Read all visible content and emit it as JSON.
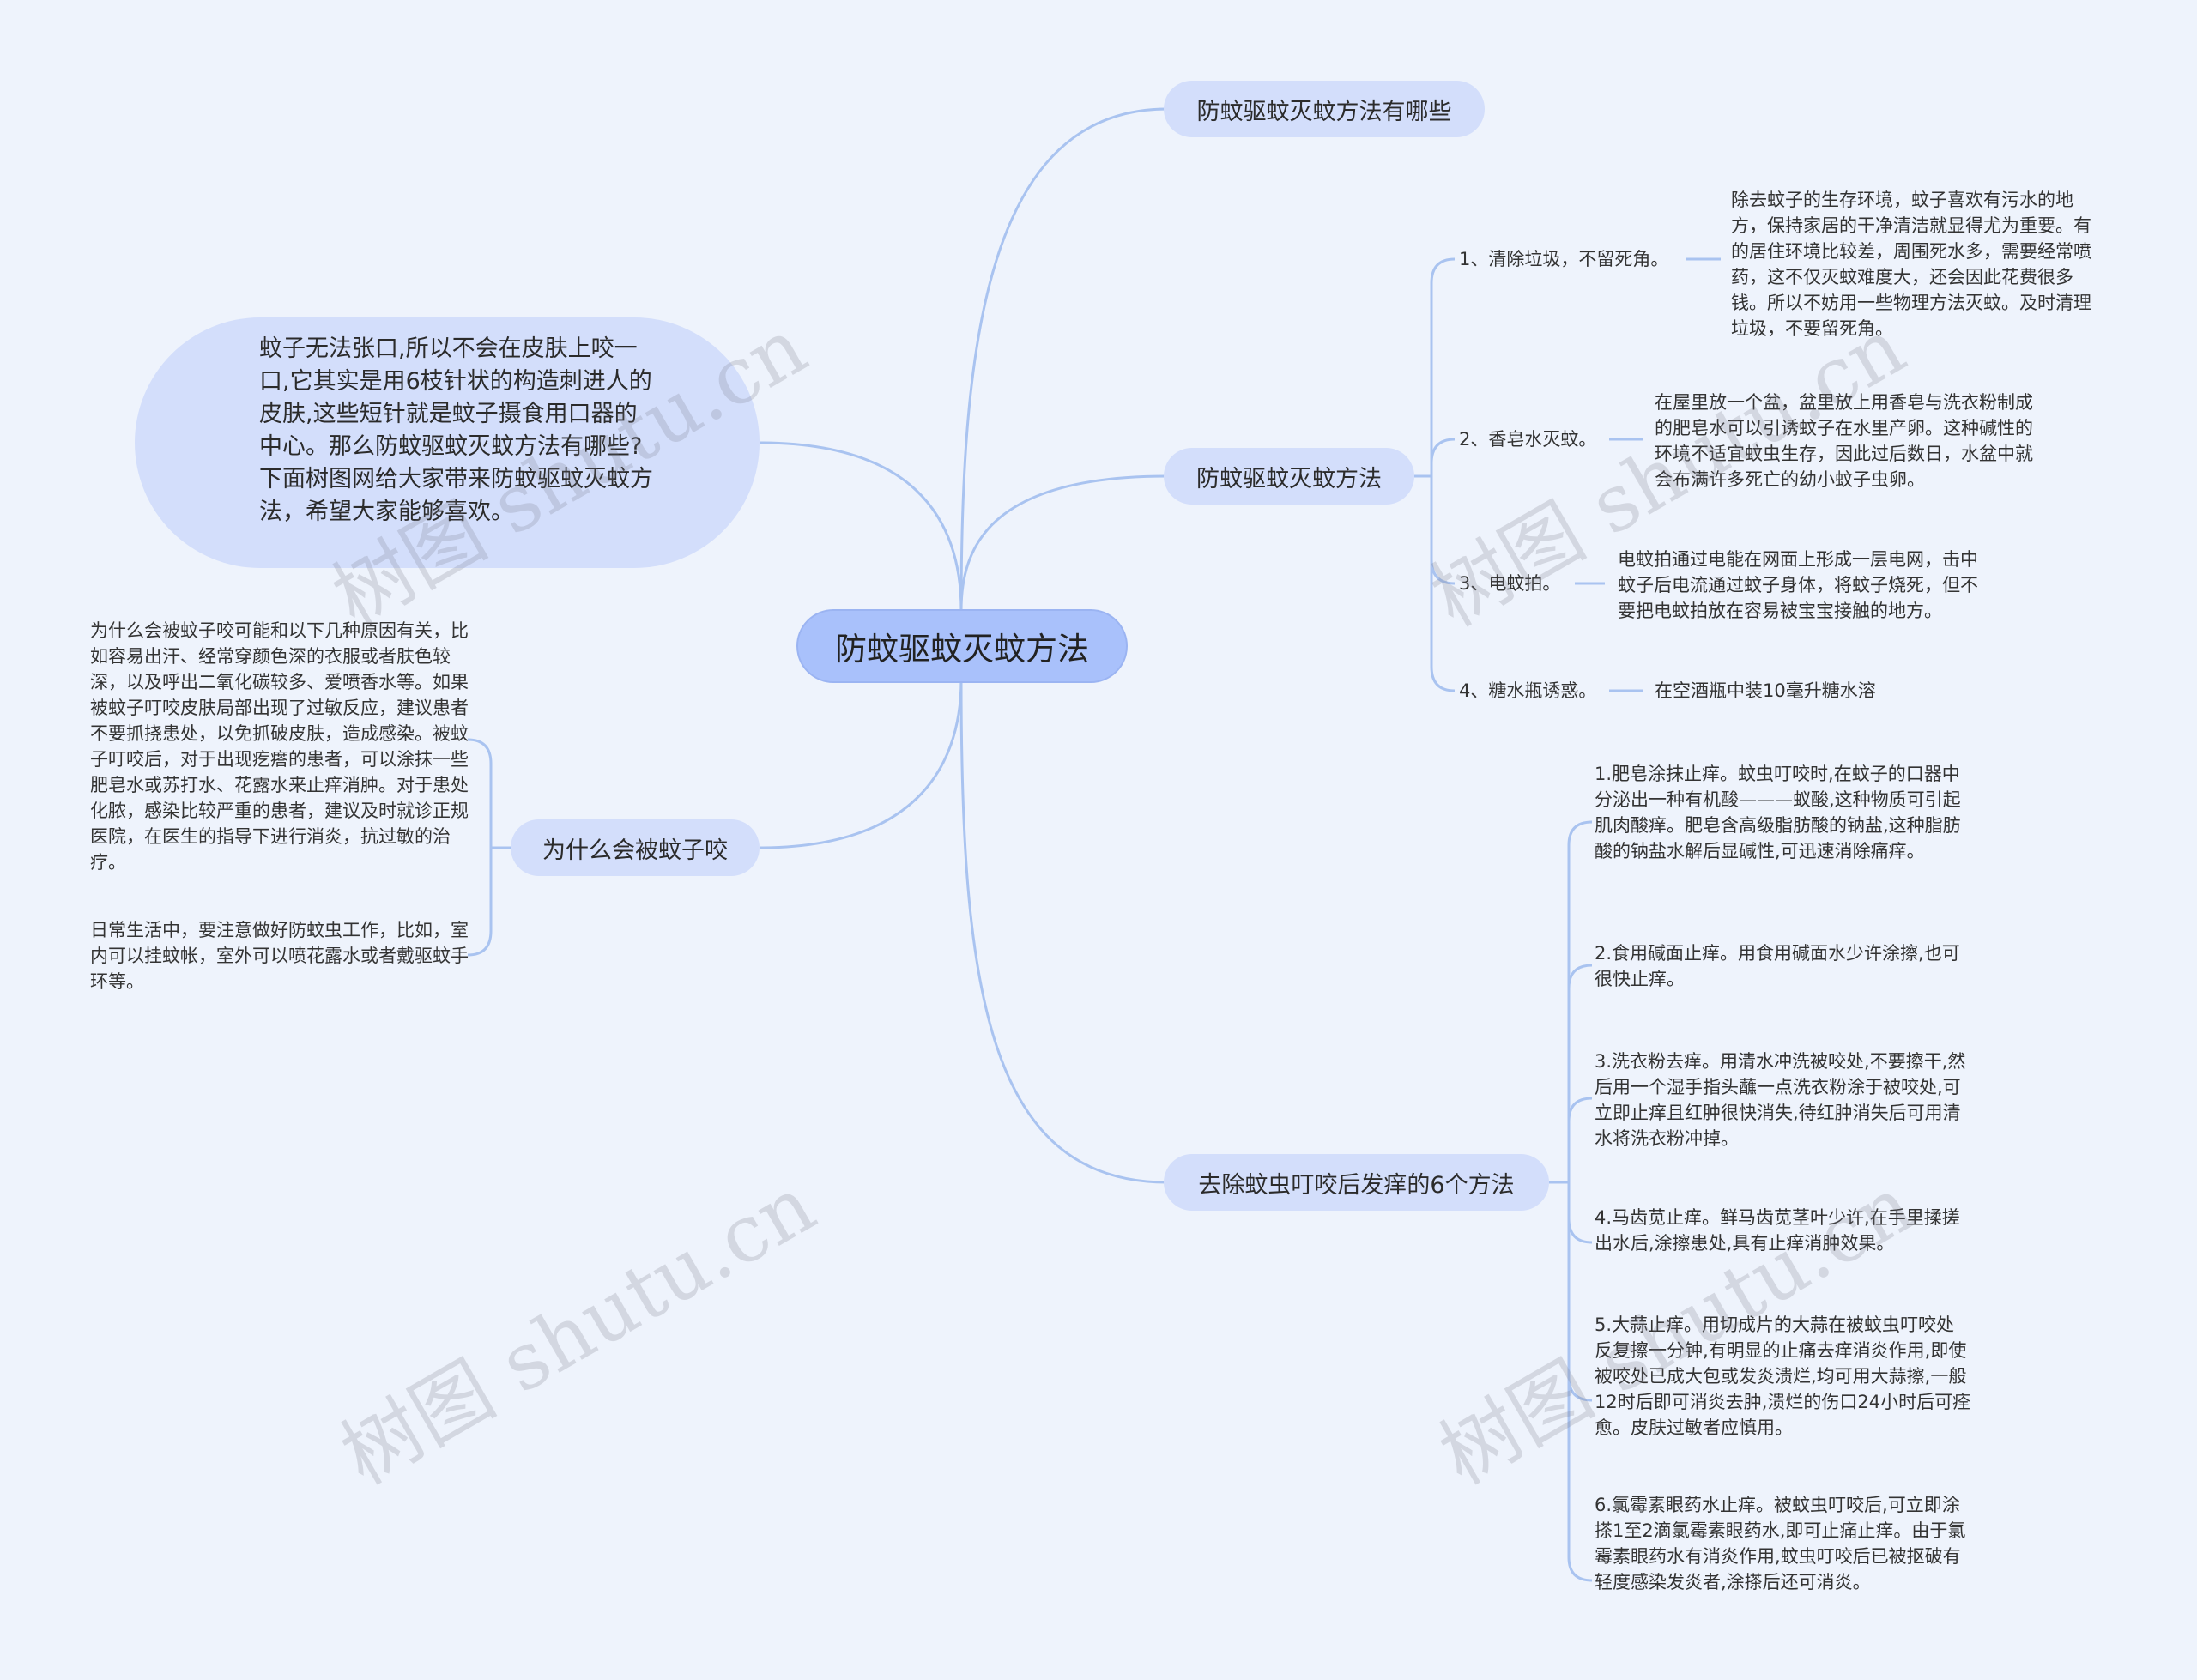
{
  "root": {
    "label": "防蚊驱蚊灭蚊方法"
  },
  "intro": {
    "text": "蚊子无法张口,所以不会在皮肤上咬一口,它其实是用6枝针状的构造刺进人的皮肤,这些短针就是蚊子摄食用口器的中心。那么防蚊驱蚊灭蚊方法有哪些?下面树图网给大家带来防蚊驱蚊灭蚊方法，希望大家能够喜欢。"
  },
  "branch_top": {
    "label": "防蚊驱蚊灭蚊方法有哪些"
  },
  "branch_methods": {
    "label": "防蚊驱蚊灭蚊方法",
    "items": [
      {
        "label": "1、清除垃圾，不留死角。",
        "detail": "除去蚊子的生存环境，蚊子喜欢有污水的地方，保持家居的干净清洁就显得尤为重要。有的居住环境比较差，周围死水多，需要经常喷药，这不仅灭蚊难度大，还会因此花费很多钱。所以不妨用一些物理方法灭蚊。及时清理垃圾，不要留死角。"
      },
      {
        "label": "2、香皂水灭蚊。",
        "detail": "在屋里放一个盆，盆里放上用香皂与洗衣粉制成的肥皂水可以引诱蚊子在水里产卵。这种碱性的环境不适宜蚊虫生存，因此过后数日，水盆中就会布满许多死亡的幼小蚊子虫卵。"
      },
      {
        "label": "3、电蚊拍。",
        "detail": "电蚊拍通过电能在网面上形成一层电网，击中蚊子后电流通过蚊子身体，将蚊子烧死，但不要把电蚊拍放在容易被宝宝接触的地方。"
      },
      {
        "label": "4、糖水瓶诱惑。",
        "detail": "在空酒瓶中装10毫升糖水溶"
      }
    ]
  },
  "branch_why": {
    "label": "为什么会被蚊子咬",
    "items": [
      "为什么会被蚊子咬可能和以下几种原因有关，比如容易出汗、经常穿颜色深的衣服或者肤色较深，以及呼出二氧化碳较多、爱喷香水等。如果被蚊子叮咬皮肤局部出现了过敏反应，建议患者不要抓挠患处，以免抓破皮肤，造成感染。被蚊子叮咬后，对于出现疙瘩的患者，可以涂抹一些肥皂水或苏打水、花露水来止痒消肿。对于患处化脓，感染比较严重的患者，建议及时就诊正规医院，在医生的指导下进行消炎，抗过敏的治疗。",
      "日常生活中，要注意做好防蚊虫工作，比如，室内可以挂蚊帐，室外可以喷花露水或者戴驱蚊手环等。"
    ]
  },
  "branch_itch": {
    "label": "去除蚊虫叮咬后发痒的6个方法",
    "items": [
      "1.肥皂涂抹止痒。蚊虫叮咬时,在蚊子的口器中分泌出一种有机酸———蚁酸,这种物质可引起肌肉酸痒。肥皂含高级脂肪酸的钠盐,这种脂肪酸的钠盐水解后显碱性,可迅速消除痛痒。",
      "2.食用碱面止痒。用食用碱面水少许涂擦,也可很快止痒。",
      "3.洗衣粉去痒。用清水冲洗被咬处,不要擦干,然后用一个湿手指头蘸一点洗衣粉涂于被咬处,可立即止痒且红肿很快消失,待红肿消失后可用清水将洗衣粉冲掉。",
      "4.马齿苋止痒。鲜马齿苋茎叶少许,在手里揉搓出水后,涂擦患处,具有止痒消肿效果。",
      "5.大蒜止痒。用切成片的大蒜在被蚊虫叮咬处反复擦一分钟,有明显的止痛去痒消炎作用,即使被咬处已成大包或发炎溃烂,均可用大蒜擦,一般12时后即可消炎去肿,溃烂的伤口24小时后可痊愈。皮肤过敏者应慎用。",
      "6.氯霉素眼药水止痒。被蚊虫叮咬后,可立即涂搽1至2滴氯霉素眼药水,即可止痛止痒。由于氯霉素眼药水有消炎作用,蚊虫叮咬后已被抠破有轻度感染发炎者,涂搽后还可消炎。"
    ]
  },
  "watermark": "树图 shutu.cn",
  "colors": {
    "background": "#eef3fc",
    "root": "#a9c1fb",
    "branch": "#d3defb",
    "line": "#a9c3f0"
  }
}
